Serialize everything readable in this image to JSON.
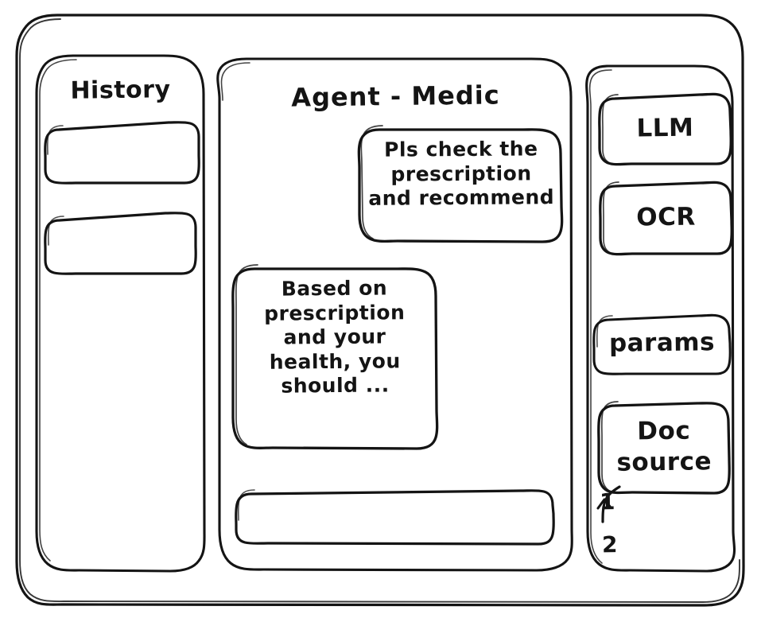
{
  "window": {
    "style": "hand-drawn wireframe sketch",
    "stroke_color": "#141414",
    "background_color": "#ffffff"
  },
  "sidebar_left": {
    "title": "History",
    "items": [
      {
        "label": "",
        "name": "history-item-1"
      },
      {
        "label": "",
        "name": "history-item-2"
      }
    ]
  },
  "main": {
    "title": "Agent - Medic",
    "messages": [
      {
        "role": "user",
        "text": "Pls check the\nprescription\nand recommend"
      },
      {
        "role": "assistant",
        "text": "Based on\nprescription\nand your\nhealth, you\nshould ..."
      }
    ],
    "composer": {
      "value": "",
      "placeholder": ""
    }
  },
  "sidebar_right": {
    "tools": [
      {
        "label": "LLM",
        "name": "tool-llm"
      },
      {
        "label": "OCR",
        "name": "tool-ocr"
      },
      {
        "label": "params",
        "name": "tool-params"
      },
      {
        "label": "Doc\nsource",
        "name": "tool-doc-source"
      }
    ],
    "doc_list": [
      {
        "label": "1"
      },
      {
        "label": "2"
      }
    ]
  }
}
